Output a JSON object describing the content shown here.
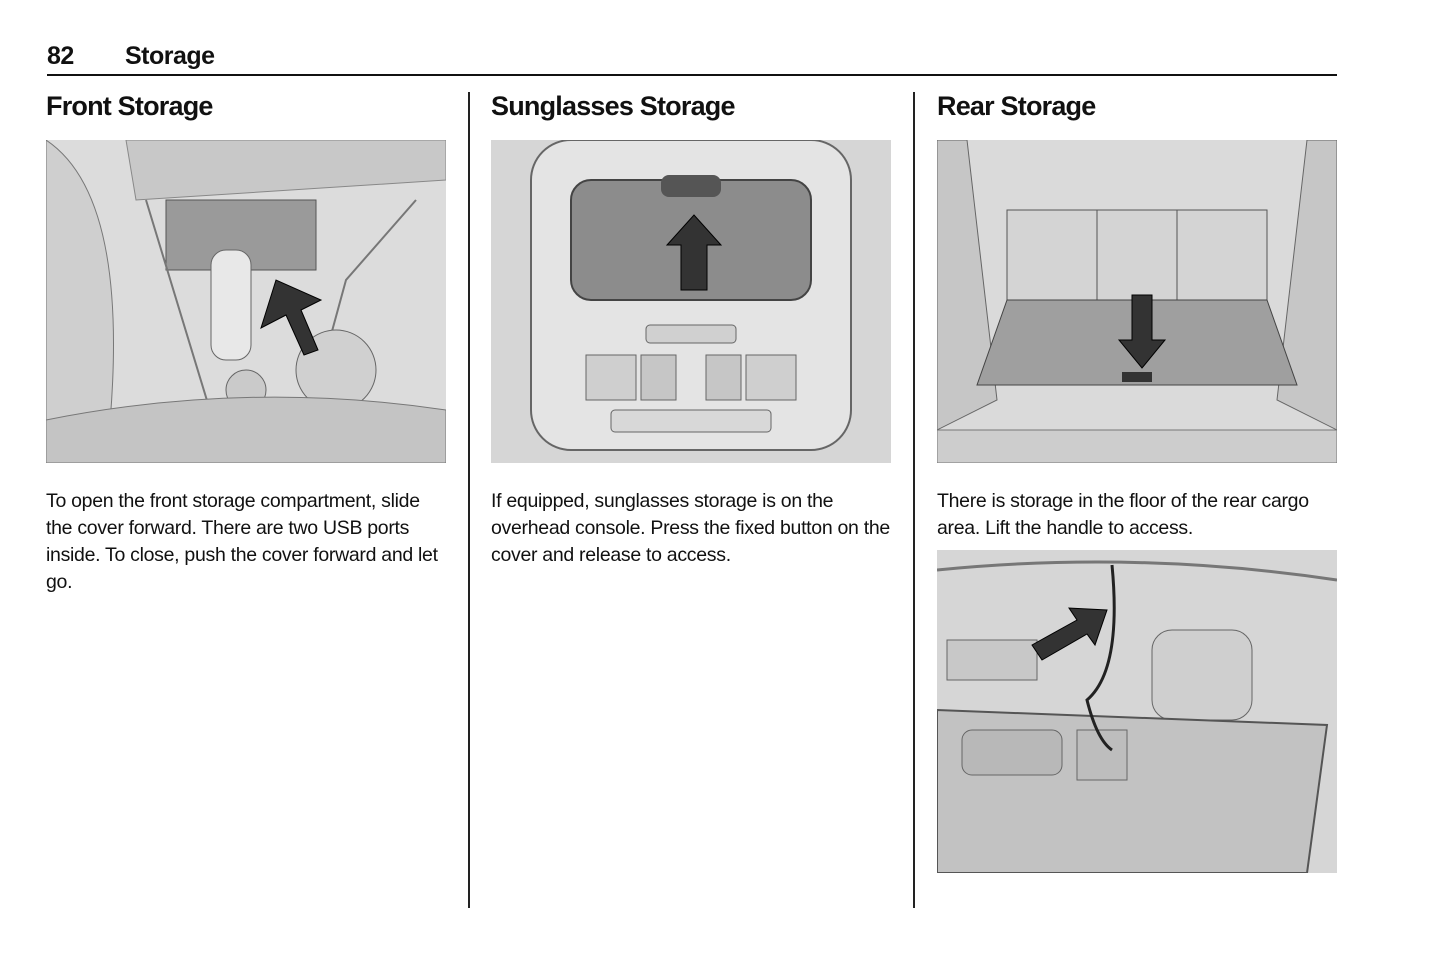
{
  "header": {
    "page_number": "82",
    "section": "Storage"
  },
  "columns": [
    {
      "heading": "Front Storage",
      "text": "To open the front storage compartment, slide the cover forward. There are two USB ports inside. To close, push the cover forward and let go."
    },
    {
      "heading": "Sunglasses Storage",
      "text": "If equipped, sunglasses storage is on the overhead console. Press the fixed button on the cover and release to access."
    },
    {
      "heading": "Rear Storage",
      "text": "There is storage in the floor of the rear cargo area. Lift the handle to access."
    }
  ]
}
